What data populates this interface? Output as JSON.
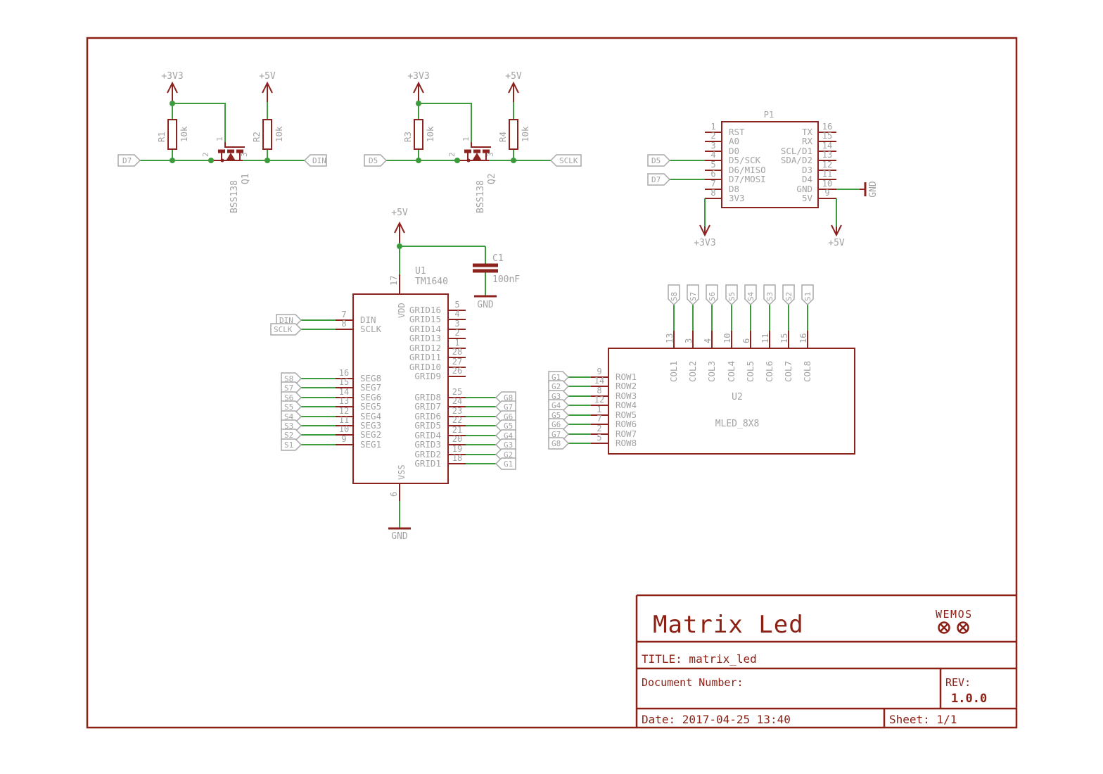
{
  "colors": {
    "symbol_red": "#8c231e",
    "wire_green": "#3c9b3c",
    "label_gray": "#a2a2a2",
    "frame_red": "#8b2015"
  },
  "power": {
    "v3": "+3V3",
    "v5": "+5V",
    "gnd": "GND"
  },
  "shifters": [
    {
      "input": "D7",
      "output": "DIN",
      "r_in": {
        "ref": "R1",
        "value": "10k"
      },
      "r_out": {
        "ref": "R2",
        "value": "10k"
      },
      "q": {
        "ref": "Q1",
        "part": "BSS138"
      },
      "pins": {
        "gate": "1",
        "source": "2",
        "drain": "3"
      }
    },
    {
      "input": "D5",
      "output": "SCLK",
      "r_in": {
        "ref": "R3",
        "value": "10k"
      },
      "r_out": {
        "ref": "R4",
        "value": "10k"
      },
      "q": {
        "ref": "Q2",
        "part": "BSS138"
      },
      "pins": {
        "gate": "1",
        "source": "2",
        "drain": "3"
      }
    }
  ],
  "p1": {
    "ref": "P1",
    "flag_d5": "D5",
    "flag_d7": "D7",
    "left": [
      {
        "num": "1",
        "name": "RST"
      },
      {
        "num": "2",
        "name": "A0"
      },
      {
        "num": "3",
        "name": "D0"
      },
      {
        "num": "4",
        "name": "D5/SCK"
      },
      {
        "num": "5",
        "name": "D6/MISO"
      },
      {
        "num": "6",
        "name": "D7/MOSI"
      },
      {
        "num": "7",
        "name": "D8"
      },
      {
        "num": "8",
        "name": "3V3"
      }
    ],
    "right": [
      {
        "num": "16",
        "name": "TX"
      },
      {
        "num": "15",
        "name": "RX"
      },
      {
        "num": "14",
        "name": "SCL/D1"
      },
      {
        "num": "13",
        "name": "SDA/D2"
      },
      {
        "num": "12",
        "name": "D3"
      },
      {
        "num": "11",
        "name": "D4"
      },
      {
        "num": "10",
        "name": "GND"
      },
      {
        "num": "9",
        "name": "5V"
      }
    ]
  },
  "c1": {
    "ref": "C1",
    "value": "100nF"
  },
  "u1": {
    "ref": "U1",
    "part": "TM1640",
    "vdd_num": "17",
    "vdd_name": "VDD",
    "vss_num": "6",
    "vss_name": "VSS",
    "din": {
      "num": "7",
      "name": "DIN",
      "flag": "DIN"
    },
    "sclk": {
      "num": "8",
      "name": "SCLK",
      "flag": "SCLK"
    },
    "seg": [
      {
        "num": "16",
        "name": "SEG8",
        "flag": "S8"
      },
      {
        "num": "15",
        "name": "SEG7",
        "flag": "S7"
      },
      {
        "num": "14",
        "name": "SEG6",
        "flag": "S6"
      },
      {
        "num": "13",
        "name": "SEG5",
        "flag": "S5"
      },
      {
        "num": "12",
        "name": "SEG4",
        "flag": "S4"
      },
      {
        "num": "11",
        "name": "SEG3",
        "flag": "S3"
      },
      {
        "num": "10",
        "name": "SEG2",
        "flag": "S2"
      },
      {
        "num": "9",
        "name": "SEG1",
        "flag": "S1"
      }
    ],
    "grid_nc": [
      {
        "num": "5",
        "name": "GRID16"
      },
      {
        "num": "4",
        "name": "GRID15"
      },
      {
        "num": "3",
        "name": "GRID14"
      },
      {
        "num": "2",
        "name": "GRID13"
      },
      {
        "num": "1",
        "name": "GRID12"
      },
      {
        "num": "28",
        "name": "GRID11"
      },
      {
        "num": "27",
        "name": "GRID10"
      },
      {
        "num": "26",
        "name": "GRID9"
      }
    ],
    "grid": [
      {
        "num": "25",
        "name": "GRID8",
        "flag": "G8"
      },
      {
        "num": "24",
        "name": "GRID7",
        "flag": "G7"
      },
      {
        "num": "23",
        "name": "GRID6",
        "flag": "G6"
      },
      {
        "num": "22",
        "name": "GRID5",
        "flag": "G5"
      },
      {
        "num": "21",
        "name": "GRID4",
        "flag": "G4"
      },
      {
        "num": "20",
        "name": "GRID3",
        "flag": "G3"
      },
      {
        "num": "19",
        "name": "GRID2",
        "flag": "G2"
      },
      {
        "num": "18",
        "name": "GRID1",
        "flag": "G1"
      }
    ]
  },
  "u2": {
    "ref": "U2",
    "part": "MLED_8X8",
    "cols": [
      {
        "num": "13",
        "name": "COL1",
        "flag": "S8"
      },
      {
        "num": "3",
        "name": "COL2",
        "flag": "S7"
      },
      {
        "num": "4",
        "name": "COL3",
        "flag": "S6"
      },
      {
        "num": "10",
        "name": "COL4",
        "flag": "S5"
      },
      {
        "num": "6",
        "name": "COL5",
        "flag": "S4"
      },
      {
        "num": "11",
        "name": "COL6",
        "flag": "S3"
      },
      {
        "num": "15",
        "name": "COL7",
        "flag": "S2"
      },
      {
        "num": "16",
        "name": "COL8",
        "flag": "S1"
      }
    ],
    "rows": [
      {
        "num": "9",
        "name": "ROW1",
        "flag": "G1"
      },
      {
        "num": "14",
        "name": "ROW2",
        "flag": "G2"
      },
      {
        "num": "8",
        "name": "ROW3",
        "flag": "G3"
      },
      {
        "num": "12",
        "name": "ROW4",
        "flag": "G4"
      },
      {
        "num": "1",
        "name": "ROW5",
        "flag": "G5"
      },
      {
        "num": "7",
        "name": "ROW6",
        "flag": "G6"
      },
      {
        "num": "2",
        "name": "ROW7",
        "flag": "G7"
      },
      {
        "num": "5",
        "name": "ROW8",
        "flag": "G8"
      }
    ]
  },
  "title_block": {
    "name": "Matrix Led",
    "logo": "WEMOS",
    "title": "TITLE: matrix_led",
    "document": "Document Number:",
    "rev_label": "REV:",
    "rev": "1.0.0",
    "date": "Date: 2017-04-25 13:40",
    "sheet": "Sheet: 1/1"
  }
}
